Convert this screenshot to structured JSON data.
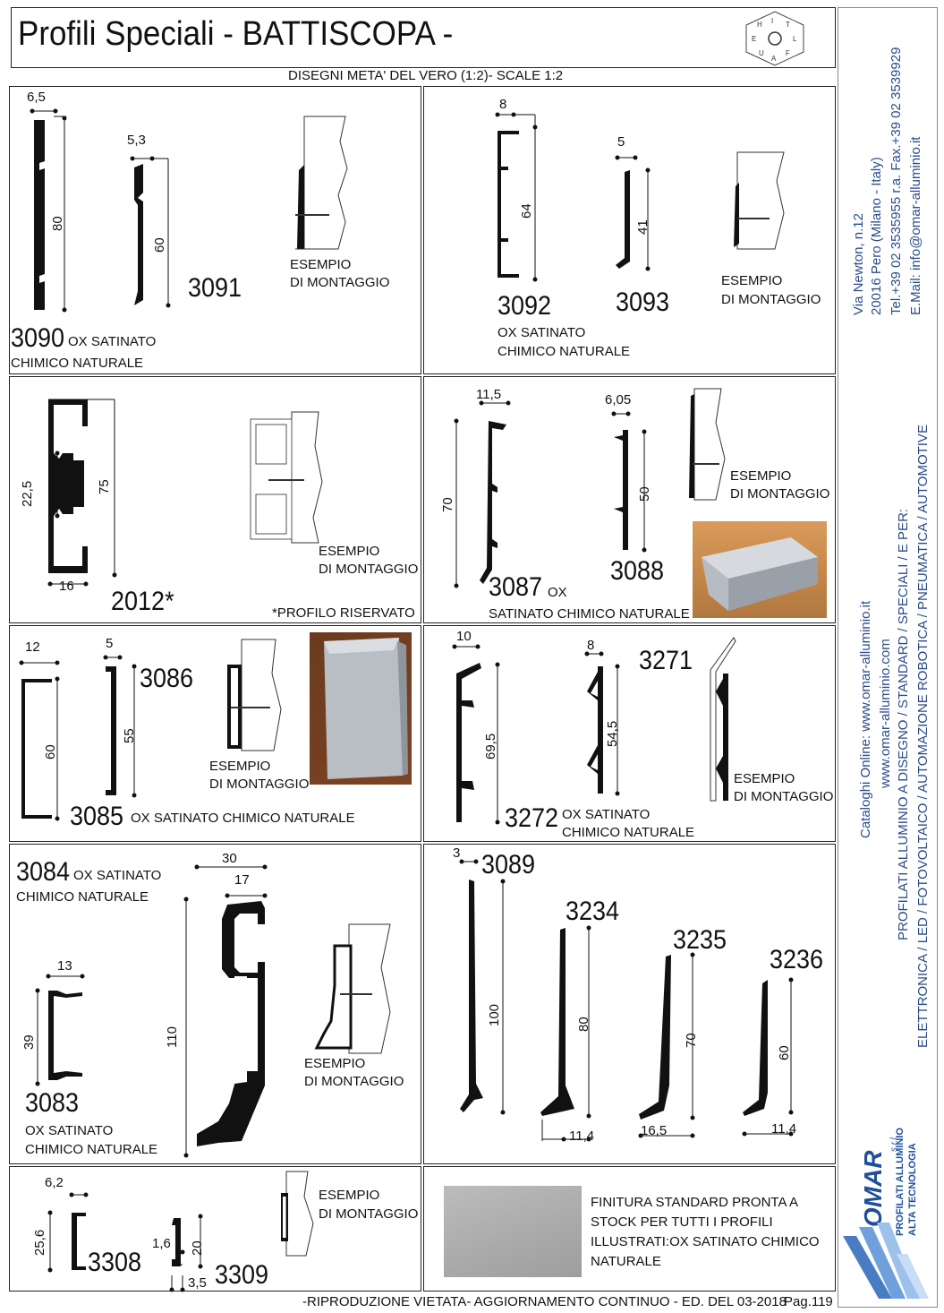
{
  "header": {
    "title": "Profili Speciali - BATTISCOPA -",
    "subtitle": "DISEGNI META' DEL VERO (1:2)- SCALE 1:2"
  },
  "sidebar": {
    "address1": "Via Newton, n.12",
    "address2": "20016 Pero (Milano - Italy)",
    "phone": "Tel.+39 02 3535955 r.a. Fax.+39 02 3539929",
    "email": "E.Mail: info@omar-alluminio.it",
    "catalog1": "Cataloghi Online: www.omar-alluminio.it",
    "catalog2": "www.omar-alluminio.com",
    "sectors1": "PROFILATI ALLUMINIO A DISEGNO / STANDARD / SPECIALI / E PER:",
    "sectors2": "ELETTRONICA / LED / FOTOVOLTAICO / AUTOMAZIONE ROBOTICA / PNEUMATICA / AUTOMOTIVE",
    "brand": "OMAR",
    "brand_suffix": "s.r.l.",
    "brand_tag1": "PROFILATI ALLUMINIO",
    "brand_tag2": "ALTA TECNOLOGIA"
  },
  "common": {
    "mount": "ESEMPIO",
    "mount2": "DI MONTAGGIO",
    "finish_ox": "OX SATINATO",
    "finish_chem": "CHIMICO NATURALE",
    "finish_full": "OX SATINATO CHIMICO NATURALE",
    "finish_ox_short": "OX",
    "finish_rest": "SATINATO CHIMICO NATURALE"
  },
  "p1": {
    "c3090": "3090",
    "c3091": "3091",
    "d65": "6,5",
    "d80": "80",
    "d53": "5,3",
    "d60": "60"
  },
  "p2": {
    "c3092": "3092",
    "c3093": "3093",
    "d8": "8",
    "d64": "64",
    "d5": "5",
    "d41": "41"
  },
  "p3": {
    "c2012": "2012*",
    "reserved": "*PROFILO RISERVATO",
    "d225": "22,5",
    "d75": "75",
    "d16": "16"
  },
  "p4": {
    "c3087": "3087",
    "c3088": "3088",
    "d115": "11,5",
    "d70": "70",
    "d605": "6,05",
    "d50": "50"
  },
  "p5": {
    "c3085": "3085",
    "c3086": "3086",
    "d12": "12",
    "d60": "60",
    "d5": "5",
    "d55": "55"
  },
  "p6": {
    "c3272": "3272",
    "c3271": "3271",
    "d10": "10",
    "d695": "69,5",
    "d8": "8",
    "d545": "54,5"
  },
  "p7": {
    "c3084": "3084",
    "c3083": "3083",
    "d30": "30",
    "d17": "17",
    "d110": "110",
    "d13": "13",
    "d39": "39"
  },
  "p8": {
    "c3089": "3089",
    "c3234": "3234",
    "c3235": "3235",
    "c3236": "3236",
    "d3": "3",
    "d100": "100",
    "d80": "80",
    "d114a": "11,4",
    "d70": "70",
    "d165": "16,5",
    "d60": "60",
    "d114b": "11,4"
  },
  "p9": {
    "c3308": "3308",
    "c3309": "3309",
    "d62": "6,2",
    "d256": "25,6",
    "d16": "1,6",
    "d20": "20",
    "d35": "3,5"
  },
  "p10": {
    "note1": "FINITURA STANDARD PRONTA A",
    "note2": "STOCK PER TUTTI I PROFILI",
    "note3": "ILLUSTRATI:OX SATINATO CHIMICO",
    "note4": "NATURALE"
  },
  "footer": {
    "text": "-RIPRODUZIONE VIETATA- AGGIORNAMENTO CONTINUO - ED. DEL 03-2018",
    "page": "Pag.119"
  }
}
